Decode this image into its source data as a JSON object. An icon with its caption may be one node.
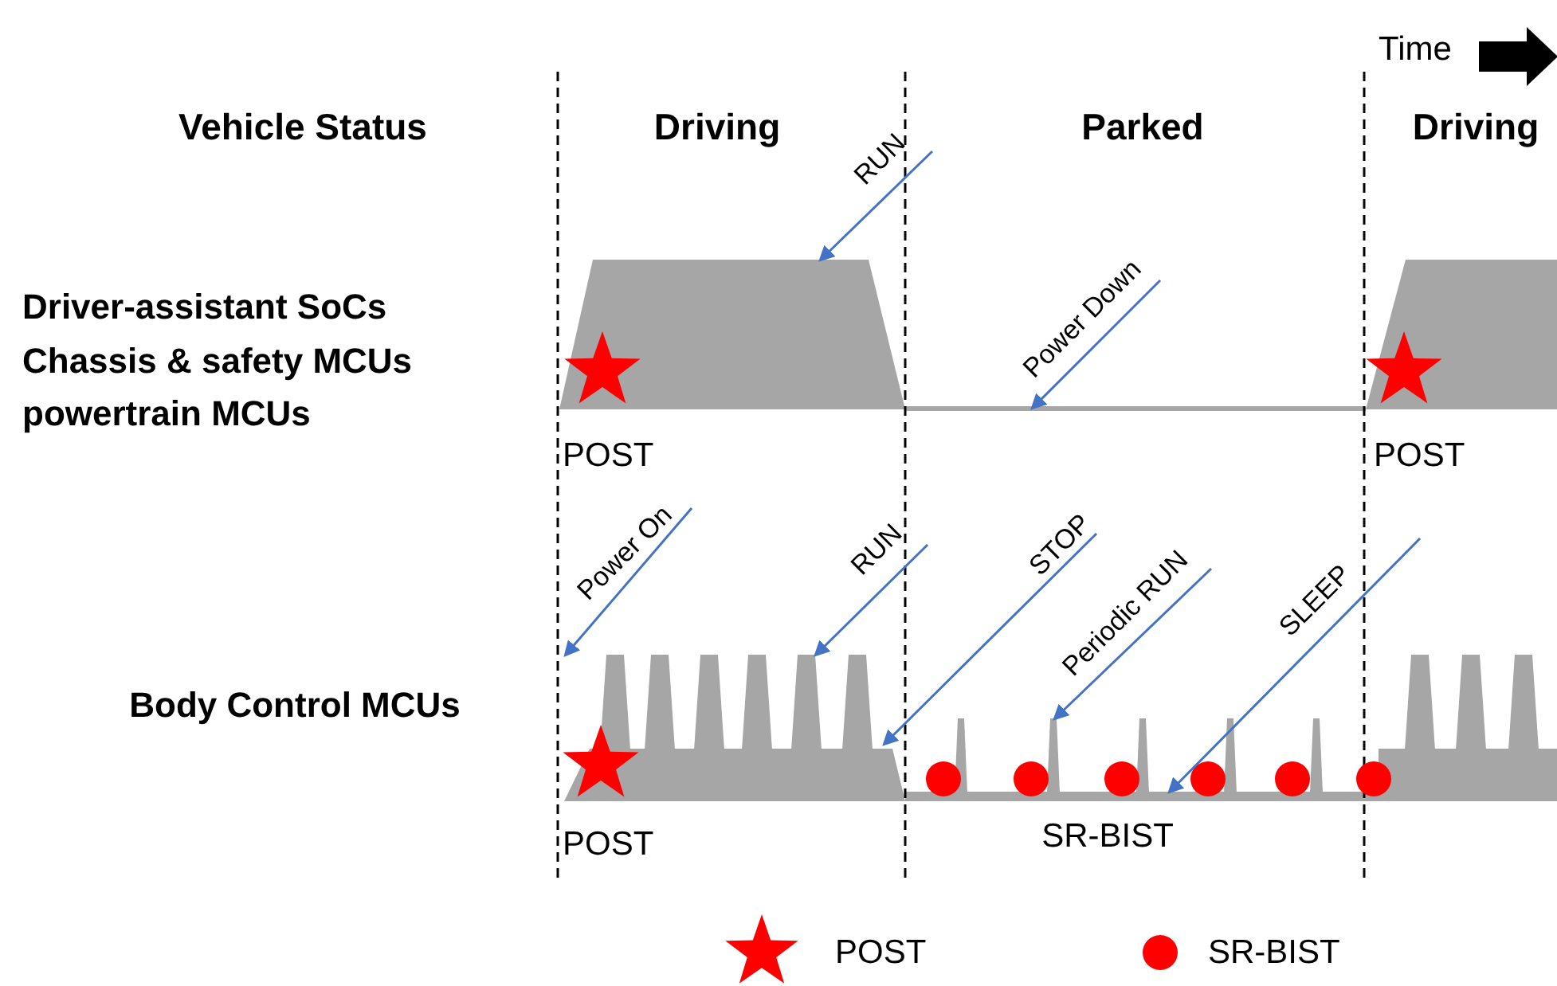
{
  "diagram": {
    "nodes": [
      {
        "text": [
          "RUN"
        ]
      },
      {
        "text": [
          "Power Down"
        ]
      },
      {
        "text": [
          "Power On"
        ]
      },
      {
        "text": [
          "RUN"
        ]
      },
      {
        "text": [
          "STOP"
        ]
      },
      {
        "text": [
          "Periodic RUN"
        ]
      },
      {
        "text": [
          "SLEEP"
        ]
      },
      {
        "text": [],
        "shape": "picture"
      },
      {
        "text": [],
        "shape": "bar"
      },
      {
        "text": [],
        "shape": "picture"
      },
      {
        "text": [],
        "shape": "picture"
      },
      {
        "text": [],
        "shape": "picture"
      },
      {
        "text": [],
        "shape": "picture"
      }
    ],
    "edges": [
      {
        "from": 0,
        "to": 7,
        "arrow": "to"
      },
      {
        "from": 1,
        "to": 8,
        "arrow": "to"
      },
      {
        "from": 2,
        "to": 10,
        "arrow": "to"
      },
      {
        "from": 3,
        "to": 10,
        "arrow": "to"
      },
      {
        "from": 4,
        "to": 10,
        "arrow": "to"
      },
      {
        "from": 5,
        "to": 11,
        "arrow": "to"
      },
      {
        "from": 6,
        "to": 11,
        "arrow": "to"
      }
    ],
    "labels": [
      "Time",
      "Vehicle Status",
      "Driving",
      "Parked",
      "Driving",
      "Driver-assistant SoCs",
      "Chassis & safety MCUs",
      "powertrain MCUs",
      "POST",
      "POST",
      "Body Control MCUs",
      "POST",
      "SR-BIST"
    ],
    "legend": [
      {
        "text": "POST"
      },
      {
        "text": "SR-BIST"
      }
    ]
  }
}
